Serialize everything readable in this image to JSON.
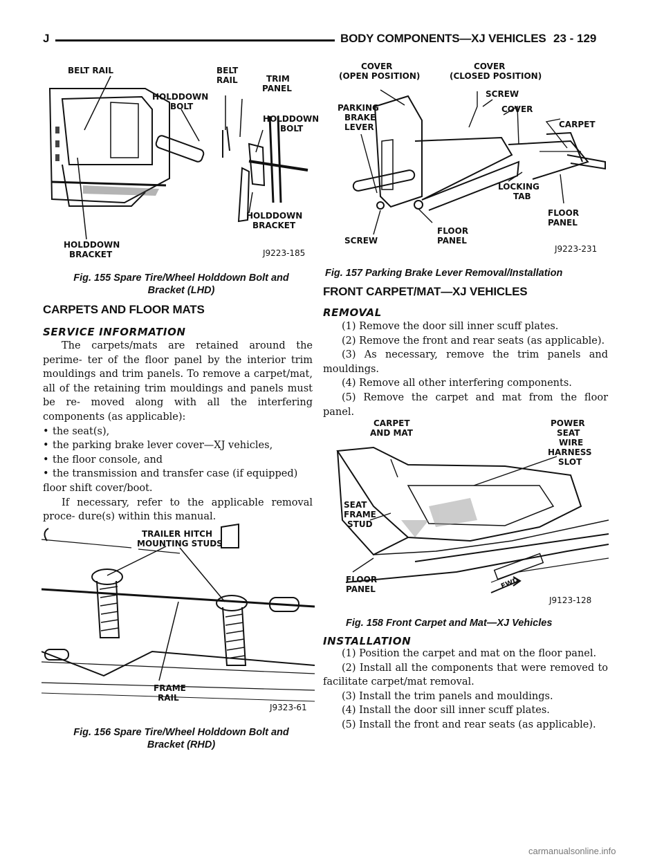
{
  "header": {
    "section_letter": "J",
    "title": "BODY COMPONENTS—XJ VEHICLES",
    "page_number": "23 - 129"
  },
  "fig155": {
    "labels": {
      "belt_rail_left": "BELT RAIL",
      "belt_rail_right_1": "BELT",
      "belt_rail_right_2": "RAIL",
      "trim_panel_1": "TRIM",
      "trim_panel_2": "PANEL",
      "holddown_bolt_left_1": "HOLDDOWN",
      "holddown_bolt_left_2": "BOLT",
      "holddown_bolt_right_1": "HOLDDOWN",
      "holddown_bolt_right_2": "BOLT",
      "holddown_bracket_right_1": "HOLDDOWN",
      "holddown_bracket_right_2": "BRACKET",
      "holddown_bracket_left_1": "HOLDDOWN",
      "holddown_bracket_left_2": "BRACKET"
    },
    "code": "J9223-185",
    "caption_line1": "Fig. 155 Spare Tire/Wheel Holddown Bolt and",
    "caption_line2": "Bracket (LHD)"
  },
  "fig156": {
    "labels": {
      "trailer_hitch_1": "TRAILER HITCH",
      "trailer_hitch_2": "MOUNTING STUDS",
      "frame_rail_1": "FRAME",
      "frame_rail_2": "RAIL"
    },
    "code": "J9323-61",
    "caption_line1": "Fig. 156 Spare Tire/Wheel Holddown Bolt and",
    "caption_line2": "Bracket (RHD)"
  },
  "fig157": {
    "labels": {
      "cover_open_1": "COVER",
      "cover_open_2": "(OPEN POSITION)",
      "cover_closed_1": "COVER",
      "cover_closed_2": "(CLOSED POSITION)",
      "screw_top": "SCREW",
      "cover": "COVER",
      "carpet": "CARPET",
      "parking_brake_1": "PARKING",
      "parking_brake_2": "BRAKE",
      "parking_brake_3": "LEVER",
      "locking_tab_1": "LOCKING",
      "locking_tab_2": "TAB",
      "floor_panel_right_1": "FLOOR",
      "floor_panel_right_2": "PANEL",
      "floor_panel_mid_1": "FLOOR",
      "floor_panel_mid_2": "PANEL",
      "screw_bottom": "SCREW"
    },
    "code": "J9223-231",
    "caption": "Fig. 157 Parking Brake Lever Removal/Installation"
  },
  "fig158": {
    "labels": {
      "carpet_mat_1": "CARPET",
      "carpet_mat_2": "AND MAT",
      "power_seat_1": "POWER",
      "power_seat_2": "SEAT",
      "power_seat_3": "WIRE",
      "power_seat_4": "HARNESS",
      "power_seat_5": "SLOT",
      "seat_frame_1": "SEAT",
      "seat_frame_2": "FRAME",
      "seat_frame_3": "STUD",
      "floor_panel_1": "FLOOR",
      "floor_panel_2": "PANEL",
      "fwd": "FWD"
    },
    "code": "J9123-128",
    "caption": "Fig. 158 Front Carpet and Mat—XJ Vehicles"
  },
  "left": {
    "heading": "CARPETS AND FLOOR MATS",
    "subheading": "SERVICE INFORMATION",
    "intro": "The carpets/mats are retained around the perime- ter of the floor panel by the interior trim mouldings and trim panels. To remove a carpet/mat, all of the retaining trim mouldings and panels must be re- moved along with all the interfering components (as applicable):",
    "bullets": [
      "the seat(s),",
      "the parking brake lever cover—XJ vehicles,",
      "the floor console, and",
      "the transmission and transfer case (if equipped)"
    ],
    "bullet_tail": "floor shift cover/boot.",
    "closing": "If necessary, refer to the applicable removal proce- dure(s) within this manual."
  },
  "right": {
    "heading": "FRONT CARPET/MAT—XJ VEHICLES",
    "removal_heading": "REMOVAL",
    "removal_steps": [
      "(1) Remove the door sill inner scuff plates.",
      "(2) Remove the front and rear seats (as applicable).",
      "(3) As necessary, remove the trim panels and mouldings.",
      "(4) Remove all other interfering components.",
      "(5) Remove the carpet and mat from the floor panel."
    ],
    "installation_heading": "INSTALLATION",
    "installation_steps": [
      "(1) Position the carpet and mat on the floor panel.",
      "(2) Install all the components that were removed to facilitate carpet/mat removal.",
      "(3) Install the trim panels and mouldings.",
      "(4) Install the door sill inner scuff plates.",
      "(5) Install the front and rear seats (as applicable)."
    ]
  },
  "watermark": "carmanualsonline.info"
}
